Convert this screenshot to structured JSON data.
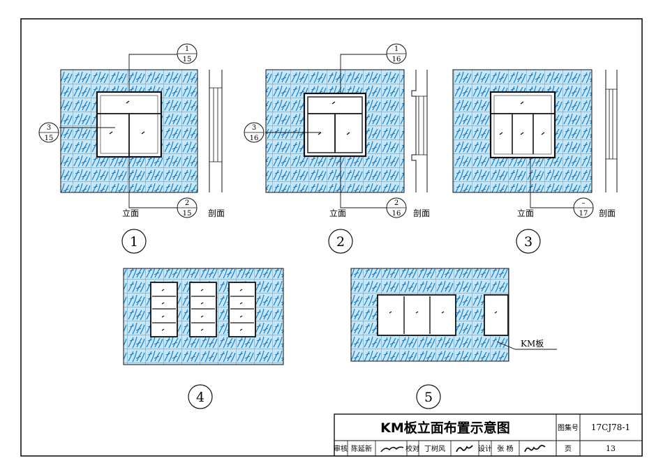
{
  "sheet_title": "KM板立面布置示意图",
  "atlas_label": "图集号",
  "atlas_no": "17CJ78-1",
  "page_label": "页",
  "page_no": "13",
  "review_label": "审核",
  "reviewer": "陈延新",
  "check_label": "校对",
  "checker": "丁树风",
  "design_label": "设计",
  "designer": "张 杨",
  "elevation_label": "立面",
  "section_label": "剖面",
  "board_label": "KM板",
  "figure_numbers": [
    "1",
    "2",
    "3",
    "4",
    "5"
  ],
  "detail_refs": {
    "fig1_top": {
      "n": "1",
      "p": "15"
    },
    "fig1_left": {
      "n": "3",
      "p": "15"
    },
    "fig1_bottom": {
      "n": "2",
      "p": "15"
    },
    "fig2_top": {
      "n": "1",
      "p": "16"
    },
    "fig2_left": {
      "n": "3",
      "p": "16"
    },
    "fig2_bottom": {
      "n": "2",
      "p": "16"
    },
    "fig3_bottom": {
      "n": "–",
      "p": "17"
    }
  },
  "colors": {
    "tile_fill": "#bfe3f5",
    "tile_vein": "#1f8ad8",
    "line": "#111111"
  }
}
